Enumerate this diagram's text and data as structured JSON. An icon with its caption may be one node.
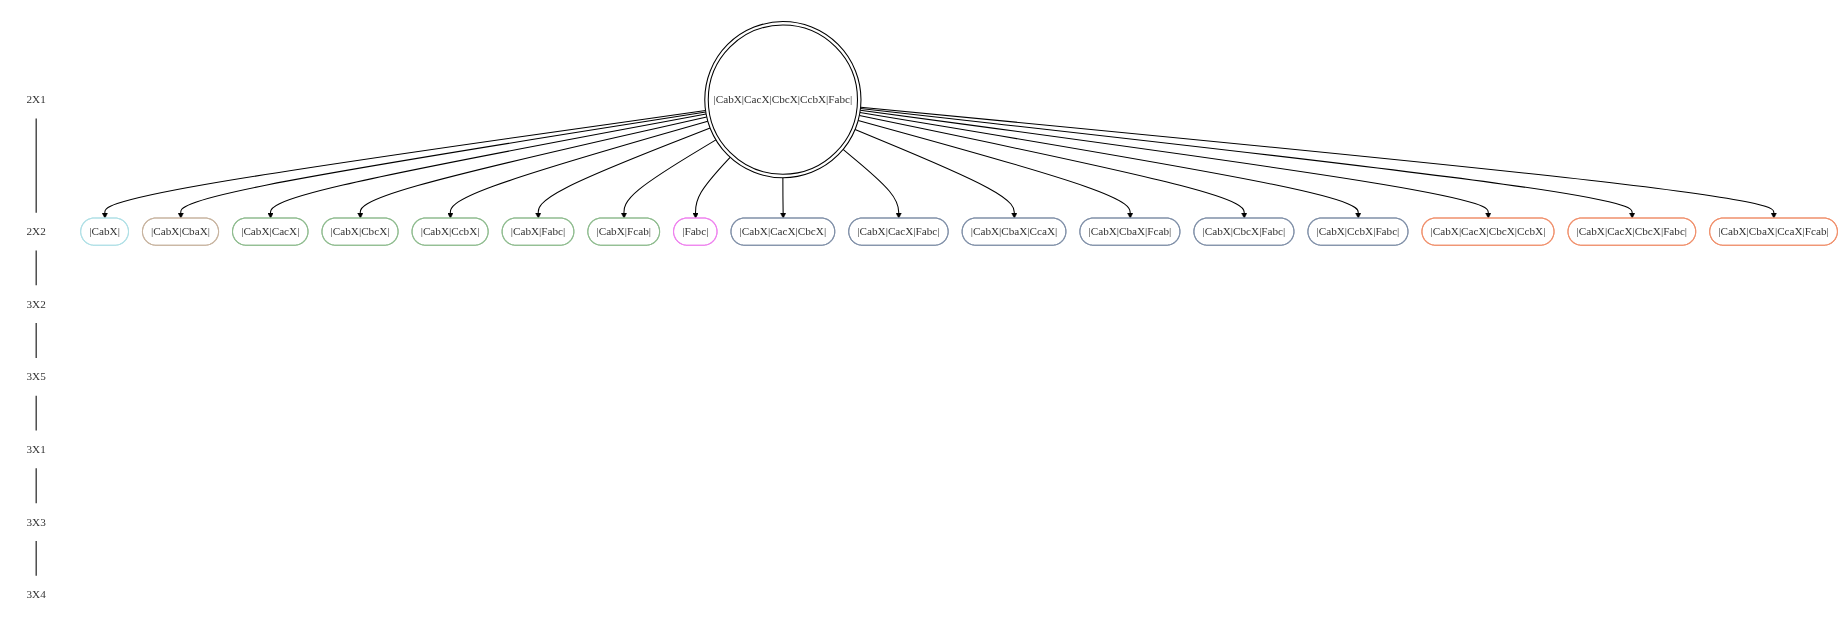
{
  "diagram": {
    "nodes": [
      {
        "text": [
          "2X1"
        ]
      },
      {
        "text": [
          "2X2"
        ]
      },
      {
        "text": [
          "3X2"
        ]
      },
      {
        "text": [
          "3X5"
        ]
      },
      {
        "text": [
          "3X1"
        ]
      },
      {
        "text": [
          "3X3"
        ]
      },
      {
        "text": [
          "3X4"
        ]
      },
      {
        "text": [
          "|CabX|"
        ]
      },
      {
        "text": [
          "|CabX|CbaX|"
        ]
      },
      {
        "text": [
          "|CabX|CacX|"
        ]
      },
      {
        "text": [
          "|CabX|CbcX|"
        ]
      },
      {
        "text": [
          "|CabX|CcbX|"
        ]
      },
      {
        "text": [
          "|CabX|Fabc|"
        ]
      },
      {
        "text": [
          "|CabX|Fcab|"
        ]
      },
      {
        "text": [
          "|CabX|CacX|CbcX|CcbX|Fabc|"
        ]
      },
      {
        "text": [
          "|Fabc|"
        ]
      },
      {
        "text": [
          "|CabX|CacX|CbcX|"
        ]
      },
      {
        "text": [
          "|CabX|CacX|Fabc|"
        ]
      },
      {
        "text": [
          "|CabX|CbaX|CcaX|"
        ]
      },
      {
        "text": [
          "|CabX|CbaX|Fcab|"
        ]
      },
      {
        "text": [
          "|CabX|CbcX|Fabc|"
        ]
      },
      {
        "text": [
          "|CabX|CcbX|Fabc|"
        ]
      },
      {
        "text": [
          "|CabX|CacX|CbcX|CcbX|"
        ]
      },
      {
        "text": [
          "|CabX|CacX|CbcX|Fabc|"
        ]
      },
      {
        "text": [
          "|CabX|CbaX|CcaX|Fcab|"
        ]
      }
    ],
    "edges": [
      {
        "from": 0,
        "to": 1,
        "arrow": "none"
      },
      {
        "from": 1,
        "to": 2,
        "arrow": "none"
      },
      {
        "from": 2,
        "to": 3,
        "arrow": "none"
      },
      {
        "from": 3,
        "to": 4,
        "arrow": "none"
      },
      {
        "from": 4,
        "to": 5,
        "arrow": "none"
      },
      {
        "from": 5,
        "to": 6,
        "arrow": "none"
      },
      {
        "from": 14,
        "to": 7,
        "arrow": "to"
      },
      {
        "from": 14,
        "to": 8,
        "arrow": "to"
      },
      {
        "from": 14,
        "to": 9,
        "arrow": "to"
      },
      {
        "from": 14,
        "to": 10,
        "arrow": "to"
      },
      {
        "from": 14,
        "to": 11,
        "arrow": "to"
      },
      {
        "from": 14,
        "to": 12,
        "arrow": "to"
      },
      {
        "from": 14,
        "to": 13,
        "arrow": "to"
      },
      {
        "from": 14,
        "to": 15,
        "arrow": "to"
      },
      {
        "from": 14,
        "to": 16,
        "arrow": "to"
      },
      {
        "from": 14,
        "to": 17,
        "arrow": "to"
      },
      {
        "from": 14,
        "to": 18,
        "arrow": "to"
      },
      {
        "from": 14,
        "to": 19,
        "arrow": "to"
      },
      {
        "from": 14,
        "to": 20,
        "arrow": "to"
      },
      {
        "from": 14,
        "to": 21,
        "arrow": "to"
      },
      {
        "from": 14,
        "to": 22,
        "arrow": "to"
      },
      {
        "from": 14,
        "to": 23,
        "arrow": "to"
      },
      {
        "from": 14,
        "to": 24,
        "arrow": "to"
      }
    ]
  }
}
